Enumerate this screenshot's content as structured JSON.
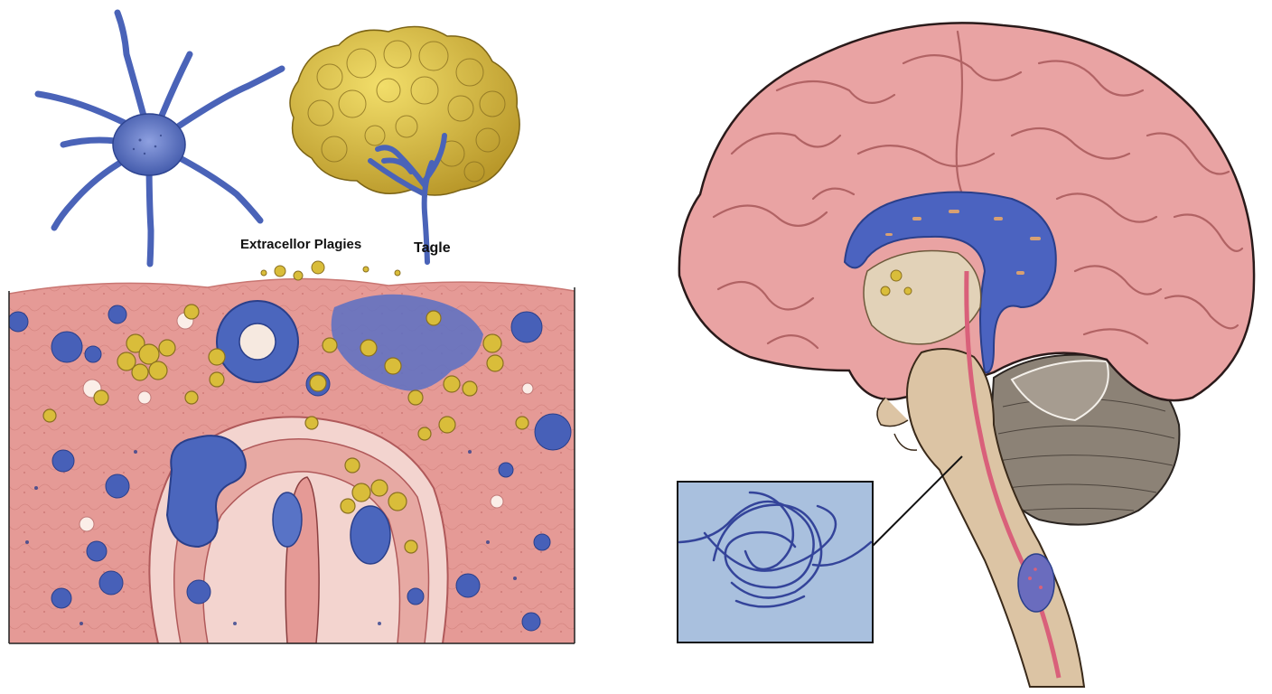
{
  "labels": {
    "plaques": "Extracellor Plagies",
    "tangle": "Tagle"
  },
  "colors": {
    "neuron_blue": "#4a63b8",
    "plaque_yellow": "#d9bd3a",
    "tissue_pink": "#e59a96",
    "brain_pink": "#e9a3a3",
    "brainstem_tan": "#dcc4a4",
    "cerebellum_gray": "#8c8276",
    "inset_blue": "#a9c0de"
  },
  "icons": [
    "neuron-cell",
    "amyloid-plaque-cluster",
    "tissue-section",
    "brain-sagittal",
    "tangle-inset"
  ]
}
